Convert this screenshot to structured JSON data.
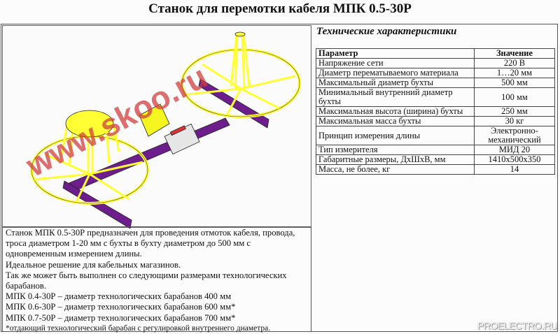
{
  "title": "Станок для перемотки кабеля МПК 0.5-30Р",
  "illustration": {
    "watermark": "www.skoo.ru"
  },
  "specs": {
    "heading": "Технические характеристики",
    "columns": [
      "Параметр",
      "Значение"
    ],
    "rows": [
      [
        "Напряжение сети",
        "220 В"
      ],
      [
        "Диаметр перематываемого материала",
        "1…20 мм"
      ],
      [
        "Максимальный диаметр бухты",
        "500 мм"
      ],
      [
        "Минимальный внутренний диаметр бухты",
        "100 мм"
      ],
      [
        "Максимальная высота (ширина) бухты",
        "250 мм"
      ],
      [
        "Максимальная масса бухты",
        "30 кг"
      ],
      [
        "Принцип измерения длины",
        "Электронно-механический"
      ],
      [
        "Тип измерителя",
        "МИД 20"
      ],
      [
        "Габаритные размеры, ДхШхВ, мм",
        "1410x500x350"
      ],
      [
        "Масса, не более, кг",
        "14"
      ]
    ]
  },
  "description": {
    "lines": [
      "Станок МПК 0.5-30Р предназначен для проведения отмоток кабеля, провода, троса диаметром 1-20 мм с бухты в бухту диаметром до 500 мм с одновременным измерением длины.",
      "Идеальное решение для кабельных магазинов.",
      "Так же может быть выполнен со следующими размерами технологических барабанов.",
      "МПК 0.4-30Р – диаметр технологических барабанов 400 мм",
      "МПК 0.6-30Р – диаметр технологических барабанов 600 мм*",
      "МПК 0.7-50Р – диаметр технологических барабанов 700 мм*"
    ],
    "footnote": "*отдающий технологический барабан с регулировкой внутреннего диаметра."
  },
  "site_watermark": "PROELECTRO.RU",
  "colors": {
    "frame": "#ffff33",
    "beam": "#6a1a8a",
    "watermark": "#d04040"
  }
}
